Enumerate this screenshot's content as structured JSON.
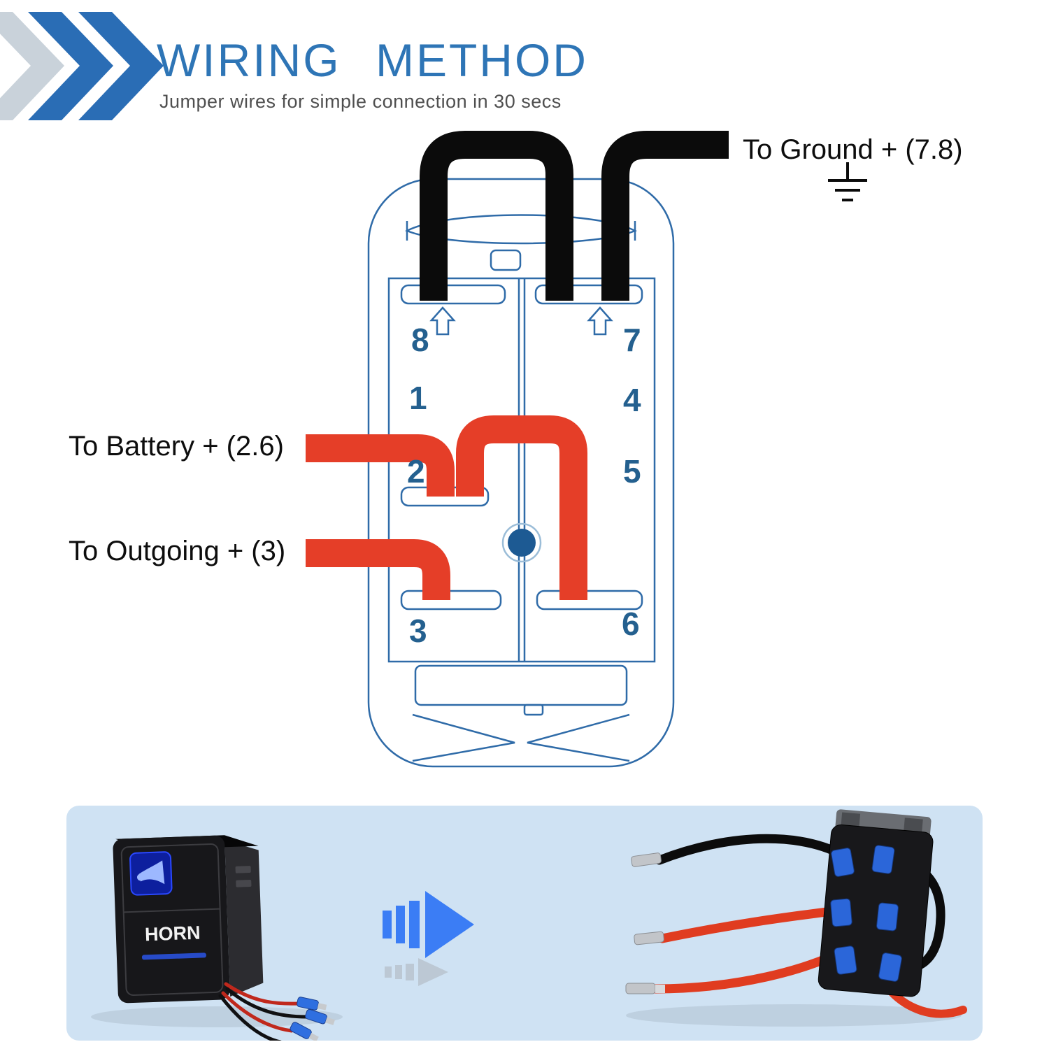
{
  "header": {
    "title": "WIRING METHOD",
    "subtitle": "Jumper wires for simple connection in 30 secs"
  },
  "diagram": {
    "labels": {
      "ground": "To Ground + (7.8)",
      "battery": "To Battery + (2.6)",
      "outgoing": "To Outgoing + (3)"
    },
    "terminals": [
      "8",
      "7",
      "1",
      "4",
      "2",
      "5",
      "3",
      "6"
    ]
  },
  "product": {
    "switch_label": "HORN"
  },
  "icons": {
    "header_decoration": "chevron-right-icon",
    "ground_symbol": "earth-ground-icon",
    "terminal_direction": "arrow-up-icon",
    "transition": "arrow-right-icon"
  },
  "colors": {
    "title_blue": "#2e75b6",
    "outline_blue": "#2f6ba8",
    "number_blue": "#24608f",
    "wire_red": "#e53e28",
    "wire_black": "#0b0b0b",
    "band_background": "#cfe2f3",
    "connector_blue": "#2b66d9"
  }
}
